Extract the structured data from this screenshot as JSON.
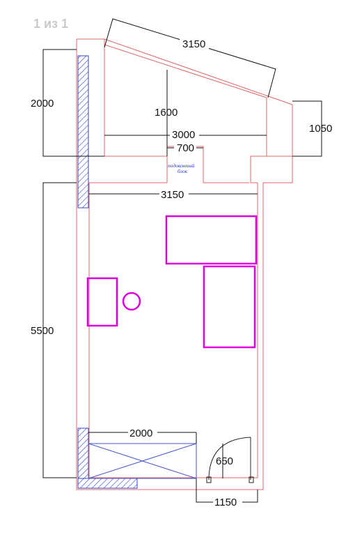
{
  "page_counter": "1 из 1",
  "colors": {
    "outline": "#e06666",
    "dimension": "#111111",
    "hatch": "#3344cc",
    "furniture": "#dd00dd",
    "note": "#2233cc"
  },
  "dimensions": {
    "top_wall": "3150",
    "left_height": "2000",
    "niche_depth": "1600",
    "right_height": "1050",
    "niche_width": "3000",
    "sill_width": "700",
    "room_width": "3150",
    "room_length": "5500",
    "bed_width": "2000",
    "door_offset": "650",
    "door_width": "1150"
  },
  "labels": {
    "sill_block_line1": "подоконный",
    "sill_block_line2": "блок"
  }
}
